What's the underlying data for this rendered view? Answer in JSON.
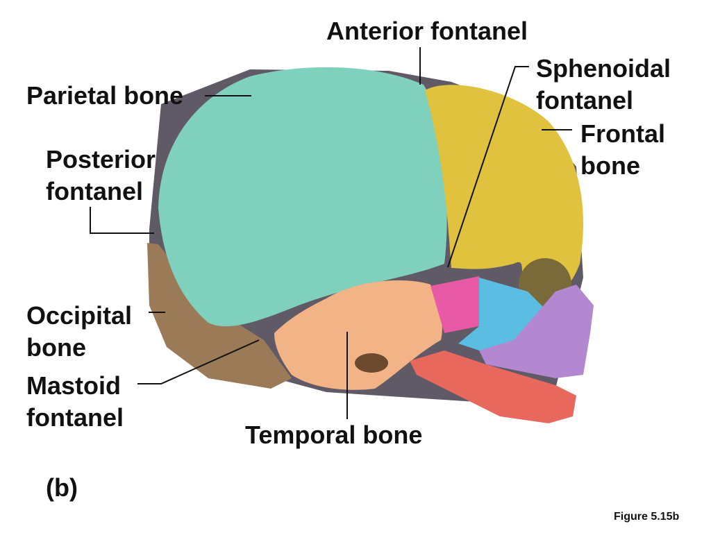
{
  "labels": {
    "anterior_fontanel": "Anterior fontanel",
    "sphenoidal_fontanel": [
      "Sphenoidal",
      "fontanel"
    ],
    "parietal_bone": "Parietal bone",
    "frontal_bone": [
      "Frontal",
      "bone"
    ],
    "posterior_fontanel": [
      "Posterior",
      "fontanel"
    ],
    "occipital_bone": [
      "Occipital",
      "bone"
    ],
    "mastoid_fontanel": [
      "Mastoid",
      "fontanel"
    ],
    "temporal_bone": "Temporal bone"
  },
  "panel_label": "(b)",
  "figure_caption": "Figure 5.15b",
  "colors": {
    "parietal": "#7fd0bc",
    "frontal": "#e0c23e",
    "occipital": "#9b7a58",
    "temporal": "#f2b486",
    "sphenoid": "#e85aa6",
    "zygomatic": "#5cbde3",
    "maxilla": "#b487d1",
    "mandible": "#e8685e",
    "fontanel": "#5f5a66",
    "leader_line": "#111111"
  }
}
